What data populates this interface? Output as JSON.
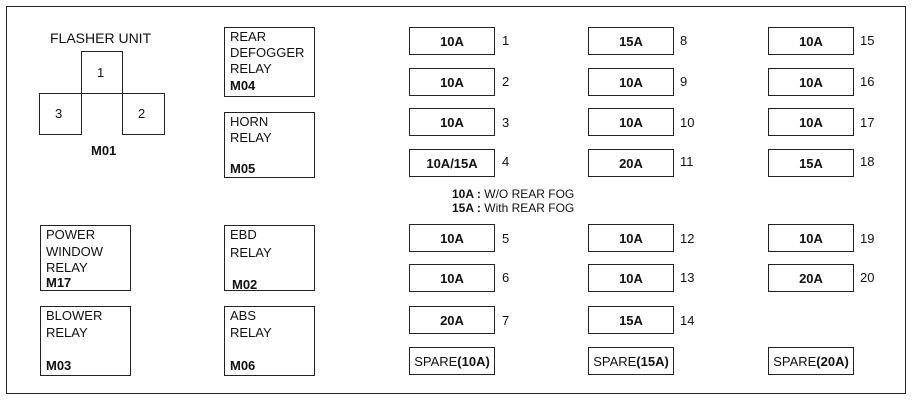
{
  "flasher": {
    "title": "FLASHER UNIT",
    "pins": [
      "1",
      "2",
      "3"
    ],
    "code": "M01"
  },
  "relays": [
    {
      "id": "rear-defogger-relay",
      "lines": [
        "REAR",
        "DEFOGGER",
        "RELAY"
      ],
      "code": "M04"
    },
    {
      "id": "horn-relay",
      "lines": [
        "HORN",
        "RELAY"
      ],
      "code": "M05"
    },
    {
      "id": "power-window-relay",
      "lines": [
        "POWER",
        "WINDOW",
        "RELAY"
      ],
      "code": "M17"
    },
    {
      "id": "ebd-relay",
      "lines": [
        "EBD",
        "RELAY"
      ],
      "code": "M02"
    },
    {
      "id": "blower-relay",
      "lines": [
        "BLOWER",
        "RELAY"
      ],
      "code": "M03"
    },
    {
      "id": "abs-relay",
      "lines": [
        "ABS",
        "RELAY"
      ],
      "code": "M06"
    }
  ],
  "fuses": [
    {
      "num": "1",
      "rating": "10A"
    },
    {
      "num": "2",
      "rating": "10A"
    },
    {
      "num": "3",
      "rating": "10A"
    },
    {
      "num": "4",
      "rating": "10A/15A"
    },
    {
      "num": "5",
      "rating": "10A"
    },
    {
      "num": "6",
      "rating": "10A"
    },
    {
      "num": "7",
      "rating": "20A"
    },
    {
      "num": "8",
      "rating": "15A"
    },
    {
      "num": "9",
      "rating": "10A"
    },
    {
      "num": "10",
      "rating": "10A"
    },
    {
      "num": "11",
      "rating": "20A"
    },
    {
      "num": "12",
      "rating": "10A"
    },
    {
      "num": "13",
      "rating": "10A"
    },
    {
      "num": "14",
      "rating": "15A"
    },
    {
      "num": "15",
      "rating": "10A"
    },
    {
      "num": "16",
      "rating": "10A"
    },
    {
      "num": "17",
      "rating": "10A"
    },
    {
      "num": "18",
      "rating": "15A"
    },
    {
      "num": "19",
      "rating": "10A"
    },
    {
      "num": "20",
      "rating": "20A"
    }
  ],
  "spares": [
    {
      "label": "SPARE",
      "rating": "(10A)"
    },
    {
      "label": "SPARE",
      "rating": "(15A)"
    },
    {
      "label": "SPARE",
      "rating": "(20A)"
    }
  ],
  "note": {
    "line1_value": "10A :",
    "line1_text": " W/O REAR FOG",
    "line2_value": "15A :",
    "line2_text": " With REAR FOG"
  }
}
